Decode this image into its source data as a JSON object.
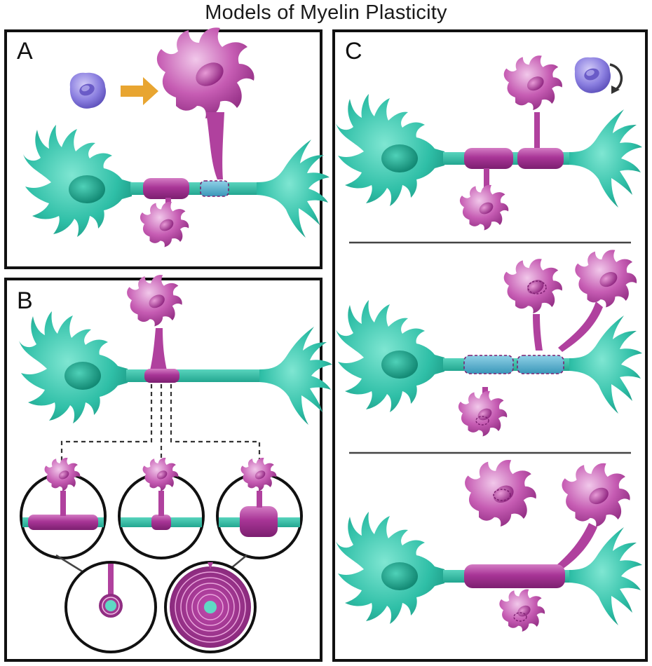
{
  "title": "Models of Myelin Plasticity",
  "panels": {
    "a": {
      "label": "A"
    },
    "b": {
      "label": "B"
    },
    "c": {
      "label": "C"
    }
  },
  "colors": {
    "neuron": "#2fbfa7",
    "neuron_nucleus": "#1a9c86",
    "oligodendrocyte": "#b0419e",
    "myelin": "#9c2f8e",
    "precursor": "#7b6ed6",
    "arrow": "#e8a531",
    "demyelinated": "#3fa6c8",
    "frame": "#111111",
    "divider": "#444444"
  }
}
